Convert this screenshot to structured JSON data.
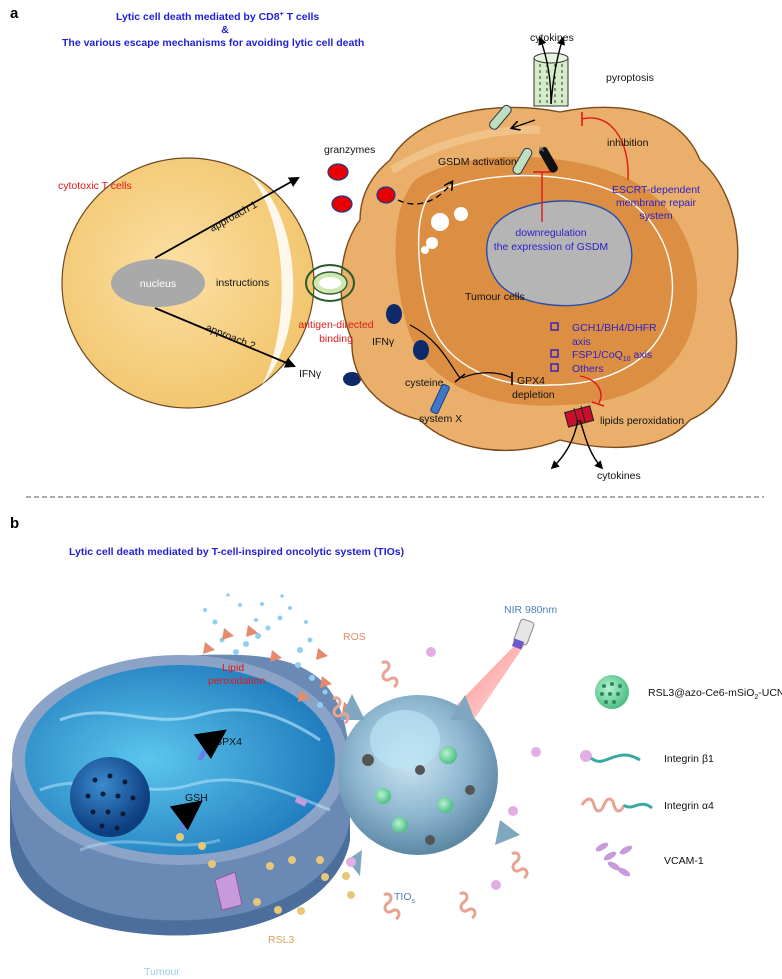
{
  "panel_a": {
    "letter": "a",
    "title_line1": "Lytic cell death mediated by CD8",
    "title_line1_sup": "+",
    "title_line1_end": " T cells",
    "title_amp": "&",
    "title_line3": "The various escape mechanisms for avoiding lytic cell death",
    "t_cell_label": "cytotoxic T cells",
    "nucleus": "nucleus",
    "instructions": "instructions",
    "approach1": "approach 1",
    "approach2": "approach 2",
    "granzymes": "granzymes",
    "ifn_left": "IFNγ",
    "ifn_right": "IFNγ",
    "antigen_line1": "antigen-directed",
    "antigen_line2": "binding",
    "cytokines_top": "cytokines",
    "pyroptosis": "pyroptosis",
    "inhibition": "inhibition",
    "gsdm_activation": "GSDM activation",
    "escrt_line1": "ESCRT-dependent",
    "escrt_line2": "membrane repair",
    "escrt_line3": "system",
    "downreg_line1": "downregulation",
    "downreg_line2": "the expression of GSDM",
    "tumour_cells": "Tumour cells",
    "gch1_line1": "GCH1/BH4/DHFR",
    "gch1_line2": "axis",
    "fsp1_a": "FSP1/CoQ",
    "fsp1_sub": "10",
    "fsp1_b": " axis",
    "others": "Others",
    "cysteine": "cysteine",
    "system_x": "system X",
    "gpx4_line1": "GPX4",
    "gpx4_line2": "depletion",
    "lipids_peroxidation": "lipids peroxidation",
    "cytokines_bottom": "cytokines"
  },
  "panel_b": {
    "letter": "b",
    "title": "Lytic cell death mediated by T-cell-inspired oncolytic system (TIOs)",
    "nir": "NIR 980nm",
    "ros": "ROS",
    "lipid_line1": "Lipid",
    "lipid_line2": "peroxidation",
    "gpx4": "GPX4",
    "gsh": "GSH",
    "rsl3": "RSL3",
    "tios_main": "TIO",
    "tios_sub": "s",
    "tumour": "Tumour",
    "legend": [
      {
        "label": "RSL3@azo-Ce6-mSiO",
        "sub": "2",
        "label_end": "-UCNPs",
        "icon": "nanoparticle-icon"
      },
      {
        "label": "Integrin β1",
        "sub": "",
        "label_end": "",
        "icon": "integrin-beta1-icon"
      },
      {
        "label": "Integrin α4",
        "sub": "",
        "label_end": "",
        "icon": "integrin-alpha4-icon"
      },
      {
        "label": "VCAM-1",
        "sub": "",
        "label_end": "",
        "icon": "vcam1-icon"
      }
    ]
  },
  "colors": {
    "title_blue": "#1f1fd6",
    "label_red": "#e01818",
    "label_blue": "#2a1fc9",
    "tcell_fill": "#f8d58a",
    "tumour_fill": "#e9a85a",
    "tumour_inner": "#d98a3c",
    "nucleus_grey": "#a9a9a9",
    "granzyme_red": "#e60000",
    "ifn_navy": "#0e2a6b",
    "water_blue": "#2b9fd6"
  }
}
